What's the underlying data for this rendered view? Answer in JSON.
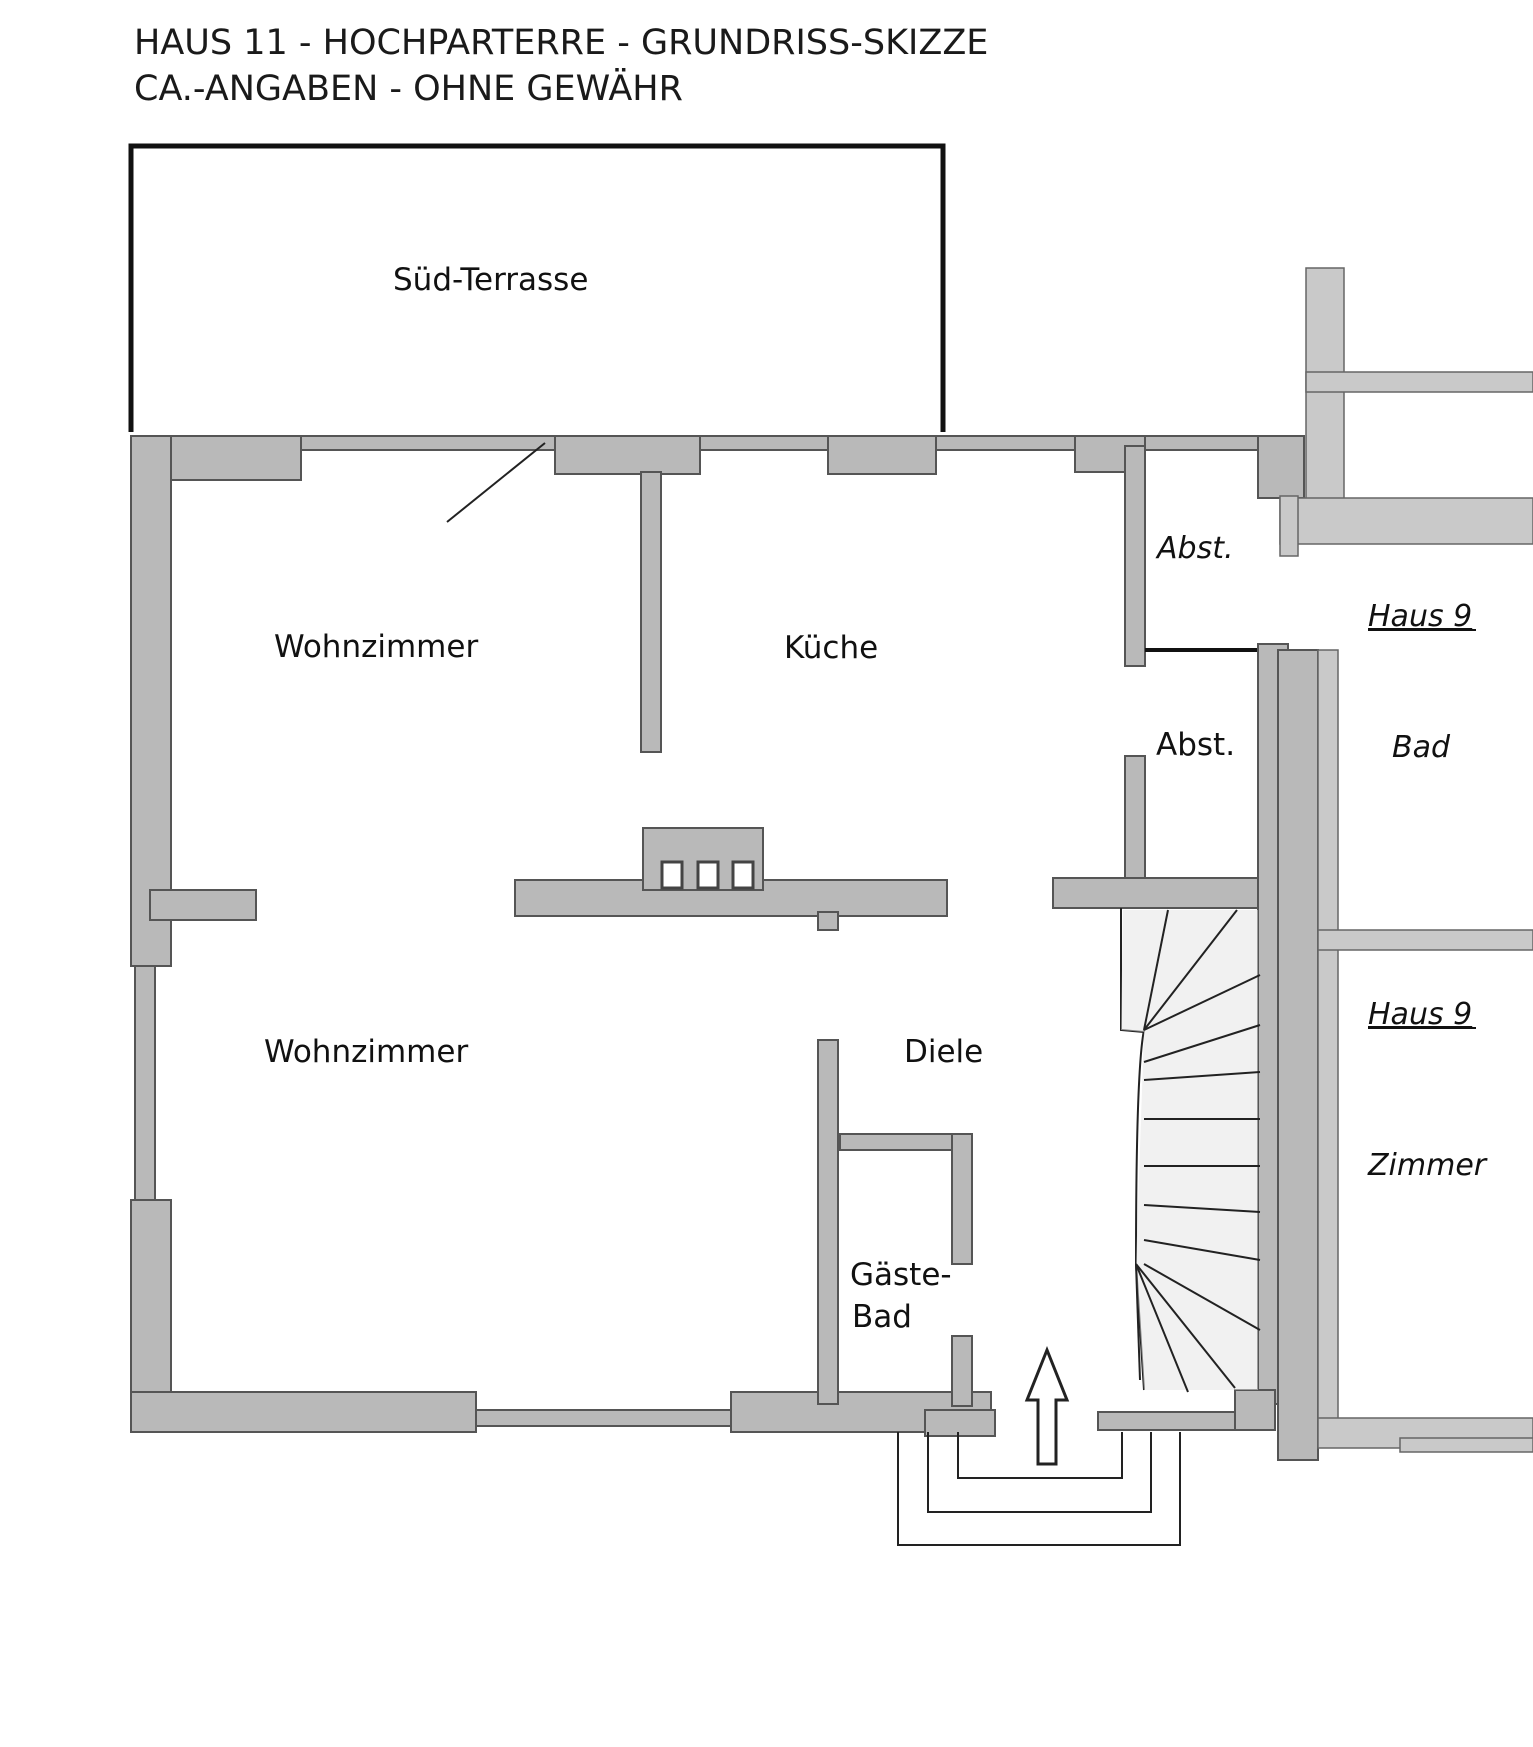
{
  "header": {
    "line1": "HAUS 11 - HOCHPARTERRE - GRUNDRISS-SKIZZE",
    "line2": "CA.-ANGABEN - OHNE GEWÄHR"
  },
  "rooms": {
    "terrace": "Süd-Terrasse",
    "living_top": "Wohnzimmer",
    "kitchen": "Küche",
    "abst_top": "Abst.",
    "abst_bottom": "Abst.",
    "living_bottom": "Wohnzimmer",
    "hall": "Diele",
    "guest_bath_1": "Gäste-",
    "guest_bath_2": "Bad"
  },
  "neighbor": {
    "haus9_a": "Haus 9",
    "bad": "Bad",
    "haus9_b": "Haus 9",
    "zimmer": "Zimmer"
  }
}
